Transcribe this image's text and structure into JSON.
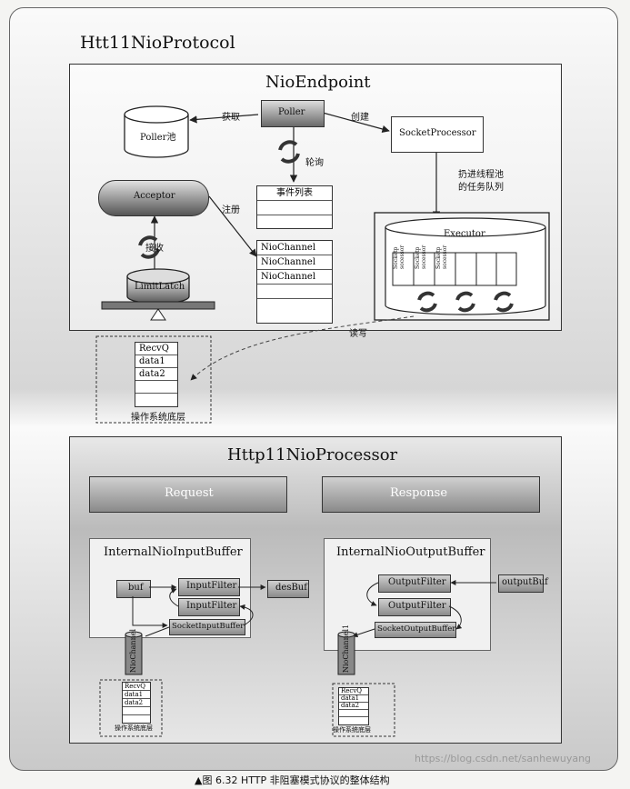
{
  "outer_title": "Htt11NioProtocol",
  "endpoint": {
    "title": "NioEndpoint",
    "poller_pool": "Poller池",
    "poller": "Poller",
    "socket_processor": "SocketProcessor",
    "acceptor": "Acceptor",
    "limit_latch": "LimitLatch",
    "executor": "Executor",
    "event_list_header": "事件列表",
    "nio_channels": [
      "NioChannel",
      "NioChannel",
      "NioChannel"
    ],
    "executor_slots": [
      "Socketp socessor",
      "Socketp socessor",
      "Socketp socessor"
    ],
    "edge_labels": {
      "fetch": "获取",
      "create": "创建",
      "poll": "轮询",
      "register": "注册",
      "receive": "接收",
      "push_queue": "扔进线程池\n的任务队列",
      "read_write": "读写"
    }
  },
  "os_buffer": {
    "rows": [
      "RecvQ",
      "data1",
      "data2",
      "",
      ""
    ],
    "label": "操作系统底层"
  },
  "processor": {
    "title": "Http11NioProcessor",
    "request": "Request",
    "response": "Response",
    "input_buffer": {
      "title": "InternalNioInputBuffer",
      "buf": "buf",
      "input_filter_1": "InputFilter",
      "input_filter_2": "InputFilter",
      "socket_input_buffer": "SocketInputBuffer",
      "des_buf": "desBuf"
    },
    "output_buffer": {
      "title": "InternalNioOutputBuffer",
      "output_filter_1": "OutputFilter",
      "output_filter_2": "OutputFilter",
      "socket_output_buffer": "SocketOutputBuffer",
      "output_buf": "outputBuf"
    },
    "nio_channel_left": "NioChannel",
    "nio_channel_right": "NioChannel1",
    "small_os_rows": [
      "RecvQ",
      "data1",
      "data2",
      "",
      ""
    ],
    "small_os_label": "操作系统底层"
  },
  "caption": "▲图 6.32   HTTP 非阻塞模式协议的整体结构",
  "watermark": "https://blog.csdn.net/sanhewuyang"
}
